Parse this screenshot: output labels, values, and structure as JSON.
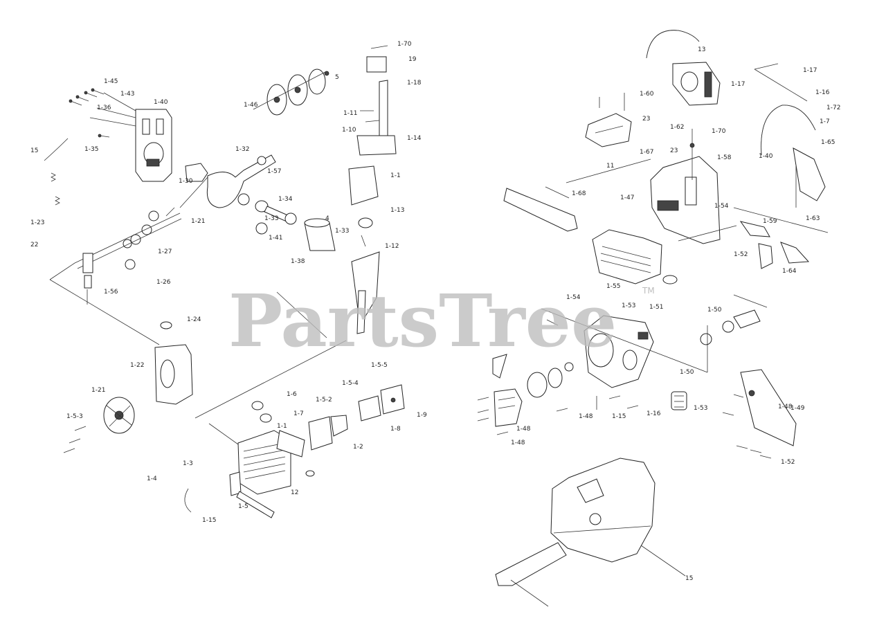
{
  "watermark": {
    "text": "PartsTree",
    "tm": "TM"
  },
  "labels": [
    {
      "id": "l_1_70a",
      "text": "1-70"
    },
    {
      "id": "l_19",
      "text": "19"
    },
    {
      "id": "l_1_18a",
      "text": "1-18"
    },
    {
      "id": "l_1_14a",
      "text": "1-14"
    },
    {
      "id": "l_1_13a",
      "text": "1-13"
    },
    {
      "id": "l_1_1a",
      "text": "1-1"
    },
    {
      "id": "l_1_12",
      "text": "1-12"
    },
    {
      "id": "l_1_11",
      "text": "1-11"
    },
    {
      "id": "l_1_10",
      "text": "1-10"
    },
    {
      "id": "l_1_45",
      "text": "1-45"
    },
    {
      "id": "l_1_43",
      "text": "1-43"
    },
    {
      "id": "l_1_40a",
      "text": "1-40"
    },
    {
      "id": "l_1_36",
      "text": "1-36"
    },
    {
      "id": "l_1_35",
      "text": "1-35"
    },
    {
      "id": "l_1_32",
      "text": "1-32"
    },
    {
      "id": "l_1_33a",
      "text": "1-33"
    },
    {
      "id": "l_1_34",
      "text": "1-34"
    },
    {
      "id": "l_1_30",
      "text": "1-30"
    },
    {
      "id": "l_1_21a",
      "text": "1-21"
    },
    {
      "id": "l_1_23",
      "text": "1-23"
    },
    {
      "id": "l_22",
      "text": "22"
    },
    {
      "id": "l_1_27",
      "text": "1-27"
    },
    {
      "id": "l_1_26",
      "text": "1-26"
    },
    {
      "id": "l_1_56",
      "text": "1-56"
    },
    {
      "id": "l_1_57",
      "text": "1-57"
    },
    {
      "id": "l_1_41",
      "text": "1-41"
    },
    {
      "id": "l_1_38",
      "text": "1-38"
    },
    {
      "id": "l_1_33b",
      "text": "1-33"
    },
    {
      "id": "l_4",
      "text": "4"
    },
    {
      "id": "l_5",
      "text": "5"
    },
    {
      "id": "l_1_46",
      "text": "1-46"
    },
    {
      "id": "l_15a",
      "text": "15"
    },
    {
      "id": "l_1_24",
      "text": "1-24"
    },
    {
      "id": "l_1_22",
      "text": "1-22"
    },
    {
      "id": "l_1_21b",
      "text": "1-21"
    },
    {
      "id": "l_1_5_3",
      "text": "1-5-3"
    },
    {
      "id": "l_1_5_5",
      "text": "1-5-5"
    },
    {
      "id": "l_1_5_4",
      "text": "1-5-4"
    },
    {
      "id": "l_1_5_2",
      "text": "1-5-2"
    },
    {
      "id": "l_1_7",
      "text": "1-7"
    },
    {
      "id": "l_1_9",
      "text": "1-9"
    },
    {
      "id": "l_1_8",
      "text": "1-8"
    },
    {
      "id": "l_1_2",
      "text": "1-2"
    },
    {
      "id": "l_1_6",
      "text": "1-6"
    },
    {
      "id": "l_1_1b",
      "text": "1-1"
    },
    {
      "id": "l_1_3",
      "text": "1-3"
    },
    {
      "id": "l_1_4",
      "text": "1-4"
    },
    {
      "id": "l_1_5",
      "text": "1-5"
    },
    {
      "id": "l_1_15",
      "text": "1-15"
    },
    {
      "id": "l_12",
      "text": "12"
    },
    {
      "id": "l_13",
      "text": "13"
    },
    {
      "id": "l_1_17a",
      "text": "1-17"
    },
    {
      "id": "l_1_60",
      "text": "1-60"
    },
    {
      "id": "l_23a",
      "text": "23"
    },
    {
      "id": "l_1_17b",
      "text": "1-17"
    },
    {
      "id": "l_1_16",
      "text": "1-16"
    },
    {
      "id": "l_1_72",
      "text": "1-72"
    },
    {
      "id": "l_1_7b",
      "text": "1-7"
    },
    {
      "id": "l_1_65",
      "text": "1-65"
    },
    {
      "id": "l_1_40b",
      "text": "1-40"
    },
    {
      "id": "l_1_63",
      "text": "1-63"
    },
    {
      "id": "l_1_62",
      "text": "1-62"
    },
    {
      "id": "l_1_70b",
      "text": "1-70"
    },
    {
      "id": "l_1_58",
      "text": "1-58"
    },
    {
      "id": "l_23b",
      "text": "23"
    },
    {
      "id": "l_1_67",
      "text": "1-67"
    },
    {
      "id": "l_11",
      "text": "11"
    },
    {
      "id": "l_1_68",
      "text": "1-68"
    },
    {
      "id": "l_1_47",
      "text": "1-47"
    },
    {
      "id": "l_1_54a",
      "text": "1-54"
    },
    {
      "id": "l_1_59",
      "text": "1-59"
    },
    {
      "id": "l_1_52",
      "text": "1-52"
    },
    {
      "id": "l_1_64",
      "text": "1-64"
    },
    {
      "id": "l_1_55",
      "text": "1-55"
    },
    {
      "id": "l_1_54b",
      "text": "1-54"
    },
    {
      "id": "l_1_53a",
      "text": "1-53"
    },
    {
      "id": "l_1_51",
      "text": "1-51"
    },
    {
      "id": "l_1_53b",
      "text": "1-53"
    },
    {
      "id": "l_1_50",
      "text": "1-50"
    },
    {
      "id": "l_1_49",
      "text": "1-49"
    },
    {
      "id": "l_1_48a",
      "text": "1-48"
    },
    {
      "id": "l_1_48b",
      "text": "1-48"
    },
    {
      "id": "l_1_48c",
      "text": "1-48"
    },
    {
      "id": "l_1_16b",
      "text": "1-16"
    },
    {
      "id": "l_1_15b",
      "text": "1-15"
    },
    {
      "id": "l_1_50b",
      "text": "1-50"
    },
    {
      "id": "l_1_48d",
      "text": "1-48"
    },
    {
      "id": "l_1_52b",
      "text": "1-52"
    },
    {
      "id": "l_15b",
      "text": "15"
    }
  ]
}
